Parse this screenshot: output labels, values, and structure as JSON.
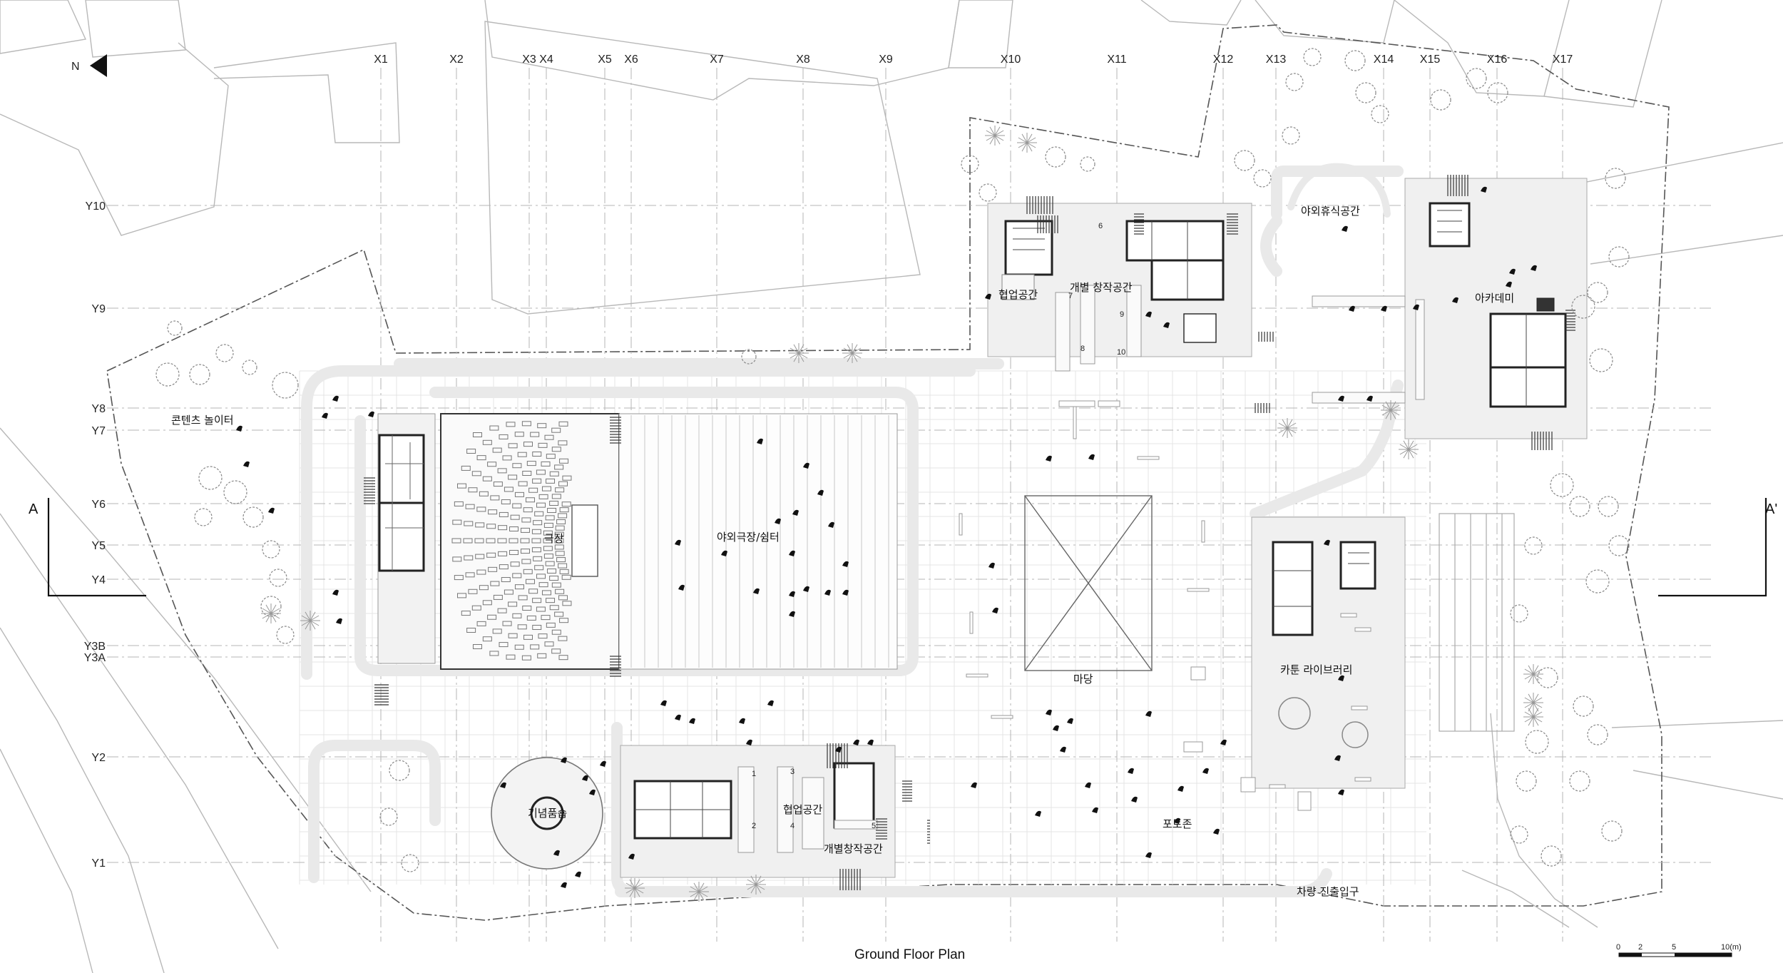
{
  "drawing": {
    "title": "Ground Floor Plan",
    "north_label": "N",
    "section_left": "A",
    "section_right": "A'"
  },
  "grid": {
    "x_labels": [
      "X1",
      "X2",
      "X3",
      "X4",
      "X5",
      "X6",
      "X7",
      "X8",
      "X9",
      "X10",
      "X11",
      "X12",
      "X13",
      "X14",
      "X15",
      "X16",
      "X17"
    ],
    "y_labels": [
      "Y10",
      "Y9",
      "Y8",
      "Y7",
      "Y6",
      "Y5",
      "Y4",
      "Y3B",
      "Y3A",
      "Y2",
      "Y1"
    ]
  },
  "spaces": {
    "content_playground": "콘텐츠 놀이터",
    "theater": "극장",
    "outdoor_theater": "야외극장/쉼터",
    "coop_space_top": "협업공간",
    "individual_studio_top": "개별 창작공간",
    "outdoor_rest": "야외휴식공간",
    "academy": "아카데미",
    "cartoon_library": "카툰 라이브러리",
    "courtyard": "마당",
    "souvenir_shop": "기념품숍",
    "coop_space_bottom": "협업공간",
    "individual_studio_bottom": "개별창작공간",
    "photo_zone": "포토존",
    "vehicle_entrance": "차량 진출입구"
  },
  "room_numbers": [
    "6",
    "7",
    "8",
    "9",
    "10",
    "1",
    "2",
    "3",
    "4",
    "5"
  ],
  "scale_bar": {
    "ticks": [
      "0",
      "2",
      "5",
      "10(m)"
    ]
  }
}
